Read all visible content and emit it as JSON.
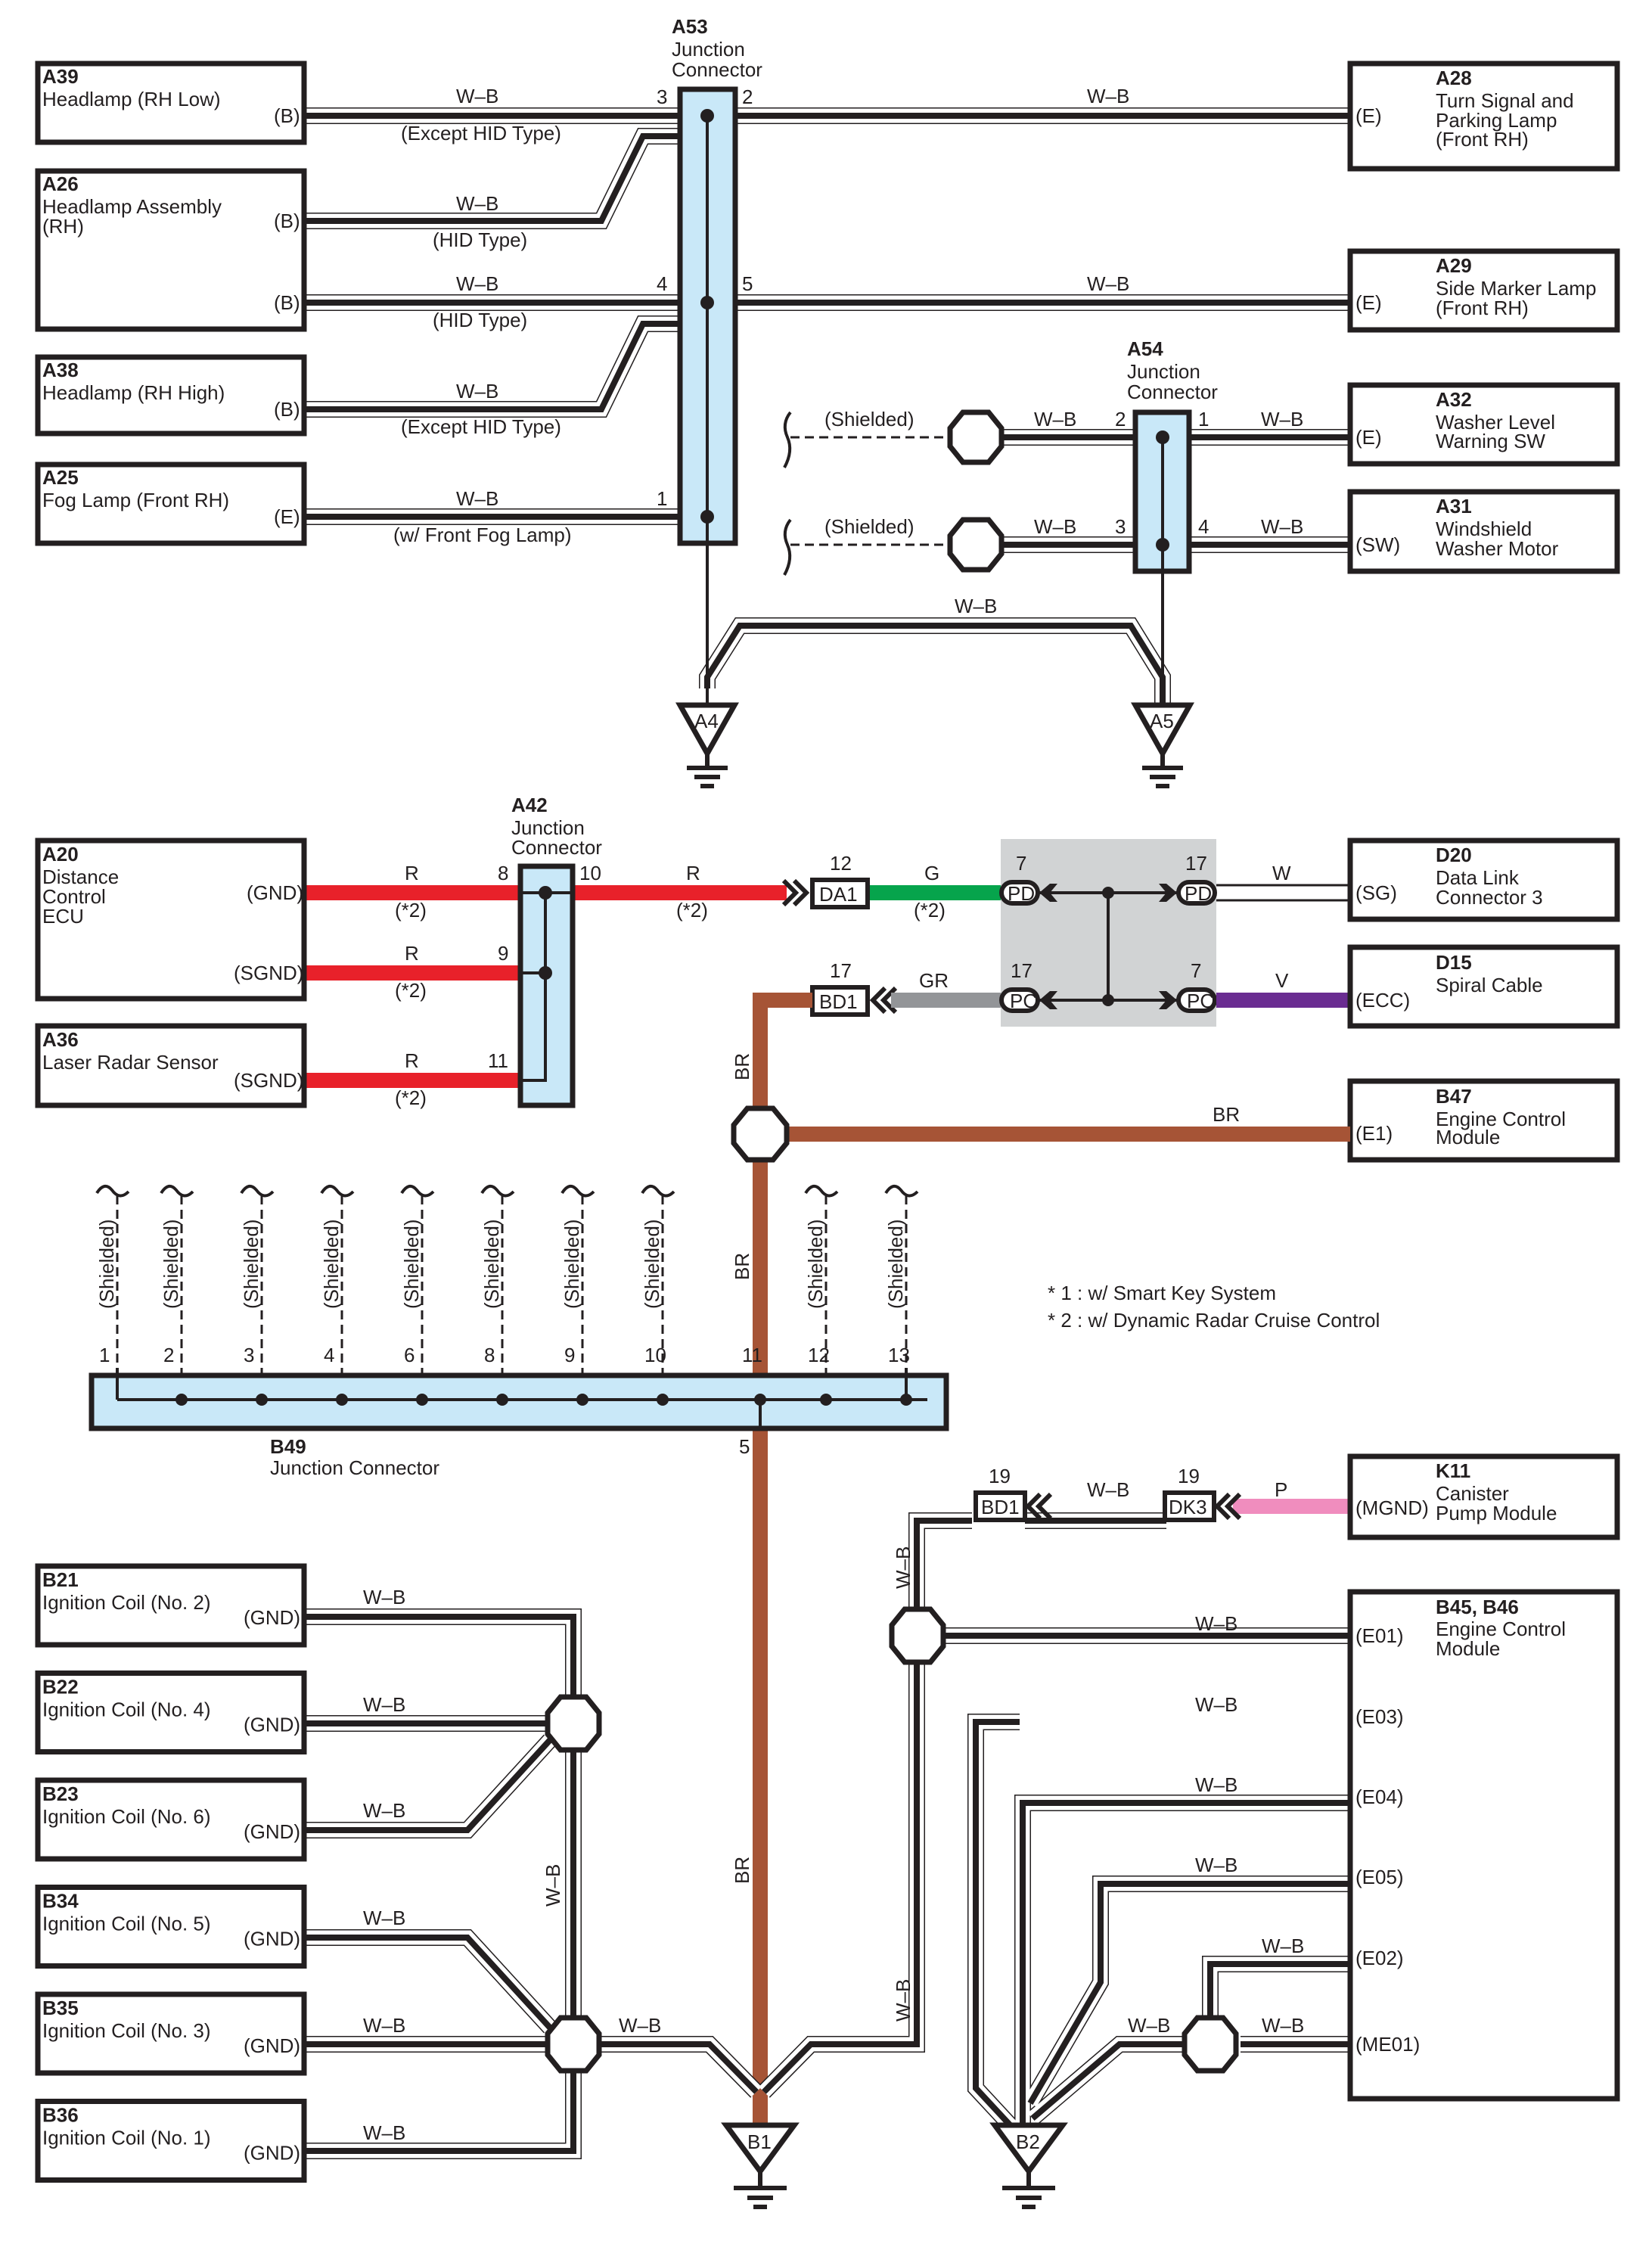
{
  "components": {
    "A39": {
      "id": "A39",
      "name": [
        "Headlamp (RH Low)"
      ],
      "pin": "(B)"
    },
    "A26": {
      "id": "A26",
      "name": [
        "Headlamp Assembly",
        "(RH)"
      ],
      "pins": [
        "(B)",
        "(B)"
      ]
    },
    "A38": {
      "id": "A38",
      "name": [
        "Headlamp (RH High)"
      ],
      "pin": "(B)"
    },
    "A25": {
      "id": "A25",
      "name": [
        "Fog Lamp (Front RH)"
      ],
      "pin": "(E)"
    },
    "A28": {
      "id": "A28",
      "name": [
        "Turn Signal and",
        "Parking Lamp",
        "(Front RH)"
      ],
      "pin": "(E)"
    },
    "A29": {
      "id": "A29",
      "name": [
        "Side Marker Lamp",
        "(Front RH)"
      ],
      "pin": "(E)"
    },
    "A32": {
      "id": "A32",
      "name": [
        "Washer Level",
        "Warning SW"
      ],
      "pin": "(E)"
    },
    "A31": {
      "id": "A31",
      "name": [
        "Windshield",
        "Washer Motor"
      ],
      "pin": "(SW)"
    },
    "A20": {
      "id": "A20",
      "name": [
        "Distance",
        "Control",
        "ECU"
      ],
      "pins": [
        "(GND)",
        "(SGND)"
      ]
    },
    "A36": {
      "id": "A36",
      "name": [
        "Laser Radar Sensor"
      ],
      "pin": "(SGND)"
    },
    "D20": {
      "id": "D20",
      "name": [
        "Data Link",
        "Connector 3"
      ],
      "pin": "(SG)"
    },
    "D15": {
      "id": "D15",
      "name": [
        "Spiral Cable"
      ],
      "pin": "(ECC)"
    },
    "B47": {
      "id": "B47",
      "name": [
        "Engine Control",
        "Module"
      ],
      "pin": "(E1)"
    },
    "K11": {
      "id": "K11",
      "name": [
        "Canister",
        "Pump Module"
      ],
      "pin": "(MGND)"
    },
    "B45": {
      "id": "B45, B46",
      "name": [
        "Engine Control",
        "Module"
      ],
      "pins": [
        "(E01)",
        "(E03)",
        "(E04)",
        "(E05)",
        "(E02)",
        "(ME01)"
      ]
    },
    "B21": {
      "id": "B21",
      "name": [
        "Ignition Coil (No. 2)"
      ],
      "pin": "(GND)"
    },
    "B22": {
      "id": "B22",
      "name": [
        "Ignition Coil (No. 4)"
      ],
      "pin": "(GND)"
    },
    "B23": {
      "id": "B23",
      "name": [
        "Ignition Coil (No. 6)"
      ],
      "pin": "(GND)"
    },
    "B34": {
      "id": "B34",
      "name": [
        "Ignition Coil (No. 5)"
      ],
      "pin": "(GND)"
    },
    "B35": {
      "id": "B35",
      "name": [
        "Ignition Coil (No. 3)"
      ],
      "pin": "(GND)"
    },
    "B36": {
      "id": "B36",
      "name": [
        "Ignition Coil (No. 1)"
      ],
      "pin": "(GND)"
    }
  },
  "junctions": {
    "A53": {
      "id": "A53",
      "name": [
        "Junction",
        "Connector"
      ],
      "pins": {
        "p3": "3",
        "p2": "2",
        "p4": "4",
        "p5": "5",
        "p1": "1"
      }
    },
    "A54": {
      "id": "A54",
      "name": [
        "Junction",
        "Connector"
      ],
      "pins": {
        "p2": "2",
        "p1": "1",
        "p3": "3",
        "p4": "4"
      }
    },
    "A42": {
      "id": "A42",
      "name": [
        "Junction",
        "Connector"
      ],
      "pins": {
        "p8": "8",
        "p10": "10",
        "p9": "9",
        "p11": "11"
      }
    },
    "B49": {
      "id": "B49",
      "name": "Junction Connector",
      "pins": [
        "1",
        "2",
        "3",
        "4",
        "6",
        "8",
        "9",
        "10",
        "11",
        "12",
        "13"
      ],
      "bottom_pin": "5"
    }
  },
  "inline_connectors": {
    "DA1": {
      "label": "DA1",
      "pin": "12"
    },
    "BD1_top": {
      "label": "BD1",
      "pin": "17"
    },
    "BD1_bottom": {
      "label": "BD1",
      "pin": "19"
    },
    "DK3": {
      "label": "DK3",
      "pin": "19"
    },
    "splice": {
      "PD_left": "PD",
      "PD_left_pin": "7",
      "PD_right": "PD",
      "PD_right_pin": "17",
      "PC_left": "PC",
      "PC_left_pin": "17",
      "PC_right": "PC",
      "PC_right_pin": "7"
    }
  },
  "grounds": {
    "A4": "A4",
    "A5": "A5",
    "B1": "B1",
    "B2": "B2"
  },
  "wire_labels": {
    "wb": "W–B",
    "r": "R",
    "g": "G",
    "gr": "GR",
    "w": "W",
    "v": "V",
    "br": "BR",
    "p": "P",
    "except_hid": "(Except HID Type)",
    "hid": "(HID Type)",
    "w_fog": "(w/ Front Fog Lamp)",
    "note2": "(*2)",
    "shielded": "(Shielded)"
  },
  "wire_colors": {
    "red": "#e8212a",
    "green": "#06a44c",
    "gray": "#939598",
    "purple": "#6a2c91",
    "brown": "#a65436",
    "pink": "#f08dbe",
    "black": "#231f20",
    "junction_fill": "#c9e8f8",
    "splice_fill": "#d1d3d4"
  },
  "notes": [
    "* 1 : w/ Smart Key System",
    "* 2 : w/ Dynamic Radar Cruise Control"
  ]
}
